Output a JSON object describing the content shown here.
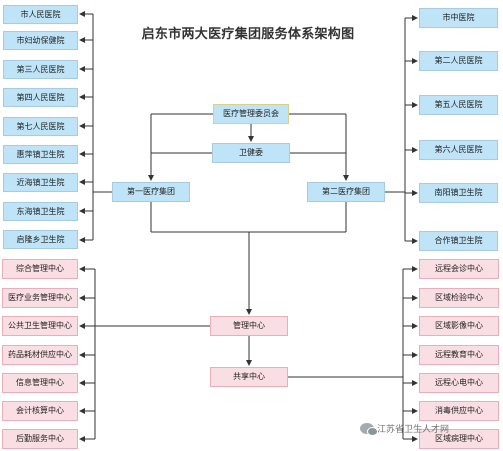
{
  "title": "启东市两大医疗集团服务体系架构图",
  "center": {
    "committee": "医疗管理委员会",
    "health_bureau": "卫健委",
    "group1": "第一医疗集团",
    "group2": "第二医疗集团",
    "management_center": "管理中心",
    "shared_center": "共享中心"
  },
  "left_members": [
    "市人民医院",
    "市妇幼保健院",
    "第三人民医院",
    "第四人民医院",
    "第七人民医院",
    "惠萍镇卫生院",
    "近海镇卫生院",
    "东海镇卫生院",
    "启隆乡卫生院"
  ],
  "right_members": [
    "市中医院",
    "第二人民医院",
    "第五人民医院",
    "第六人民医院",
    "南阳镇卫生院",
    "合作镇卫生院"
  ],
  "management_items": [
    "综合管理中心",
    "医疗业务管理中心",
    "公共卫生管理中心",
    "药品耗材供应中心",
    "信息管理中心",
    "会计核算中心",
    "后勤服务中心"
  ],
  "shared_items": [
    "远程会诊中心",
    "区域检验中心",
    "区域影像中心",
    "远程教育中心",
    "远程心电中心",
    "消毒供应中心",
    "区域病理中心"
  ],
  "watermark": "江苏省卫生人才网",
  "colors": {
    "blue_box": "#bfe3f7",
    "pink_box": "#f9dfe4",
    "pink_border": "#e7aebb",
    "line": "#333333"
  }
}
